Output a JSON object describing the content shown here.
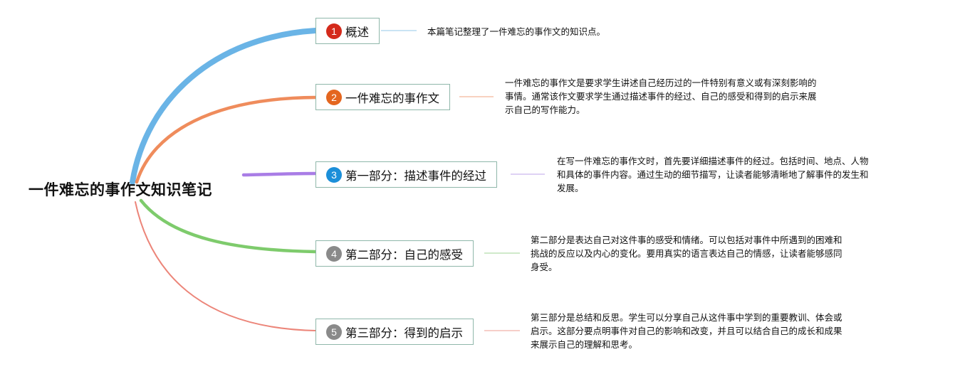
{
  "root": {
    "title": "一件难忘的事作文知识笔记"
  },
  "branches": [
    {
      "num": "1",
      "label": "概述",
      "color": "#6ab4e6",
      "badge_color": "#d42a1b",
      "note_lines": [
        "本篇笔记整理了一件难忘的事作文的知识点。"
      ]
    },
    {
      "num": "2",
      "label": "一件难忘的事作文",
      "color": "#ef8c5c",
      "badge_color": "#e4661f",
      "note_lines": [
        "一件难忘的事作文是要求学生讲述自己经历过的一件特别有意义或有深刻影响的",
        "事情。通常该作文要求学生通过描述事件的经过、自己的感受和得到的启示来展",
        "示自己的写作能力。"
      ]
    },
    {
      "num": "3",
      "label": "第一部分：描述事件的经过",
      "color": "#a97de6",
      "badge_color": "#1c8fd9",
      "note_lines": [
        "在写一件难忘的事作文时，首先要详细描述事件的经过。包括时间、地点、人物",
        "和具体的事件内容。通过生动的细节描写，让读者能够清晰地了解事件的发生和",
        "发展。"
      ]
    },
    {
      "num": "4",
      "label": "第二部分：自己的感受",
      "color": "#7ecb6c",
      "badge_color": "#8a8a8a",
      "note_lines": [
        "第二部分是表达自己对这件事的感受和情绪。可以包括对事件中所遇到的困难和",
        "挑战的反应以及内心的变化。要用真实的语言表达自己的情感，让读者能够感同",
        "身受。"
      ]
    },
    {
      "num": "5",
      "label": "第三部分：得到的启示",
      "color": "#ec8579",
      "badge_color": "#8a8a8a",
      "note_lines": [
        "第三部分是总结和反思。学生可以分享自己从这件事中学到的重要教训、体会或",
        "启示。这部分要点明事件对自己的影响和改变，并且可以结合自己的成长和成果",
        "来展示自己的理解和思考。"
      ]
    }
  ]
}
